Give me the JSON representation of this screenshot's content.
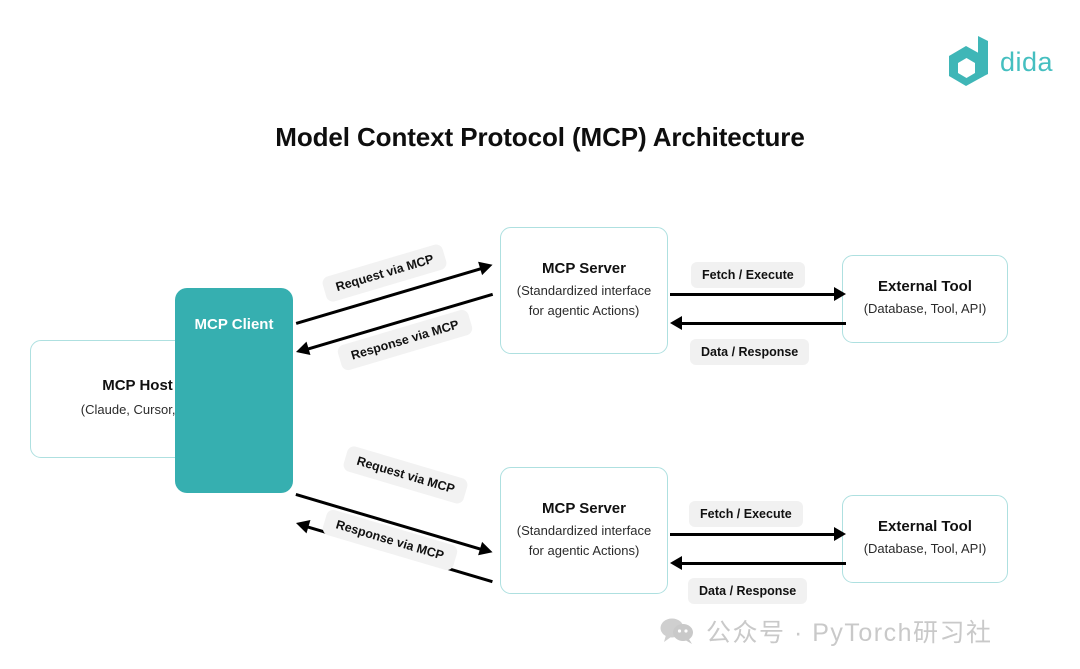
{
  "brand": {
    "logo_icon": "dida-d-hexagon-logo",
    "wordmark": "dida",
    "logo_color": "#45BFC0"
  },
  "title": "Model Context Protocol (MCP) Architecture",
  "colors": {
    "teal_fill": "#36AFB0",
    "box_border": "#AEE0E0",
    "pill_bg": "#F1F1F1",
    "arrow": "#000000",
    "watermark": "#C9C9C9"
  },
  "nodes": {
    "host": {
      "title": "MCP Host",
      "subtitle": "(Claude, Cursor, ...)"
    },
    "client": {
      "title": "MCP Client"
    },
    "server1": {
      "title": "MCP Server",
      "subtitle_line1": "(Standardized interface",
      "subtitle_line2": "for agentic Actions)"
    },
    "server2": {
      "title": "MCP Server",
      "subtitle_line1": "(Standardized interface",
      "subtitle_line2": "for agentic Actions)"
    },
    "tool1": {
      "title": "External Tool",
      "subtitle": "(Database, Tool, API)"
    },
    "tool2": {
      "title": "External Tool",
      "subtitle": "(Database, Tool, API)"
    }
  },
  "edges": {
    "client_server1_request": "Request via MCP",
    "client_server1_response": "Response via MCP",
    "client_server2_request": "Request via MCP",
    "client_server2_response": "Response via MCP",
    "server1_tool1_fetch": "Fetch / Execute",
    "tool1_server1_data": "Data / Response",
    "server2_tool2_fetch": "Fetch / Execute",
    "tool2_server2_data": "Data / Response"
  },
  "watermark": {
    "icon": "wechat-icon",
    "text": "公众号 · PyTorch研习社"
  }
}
